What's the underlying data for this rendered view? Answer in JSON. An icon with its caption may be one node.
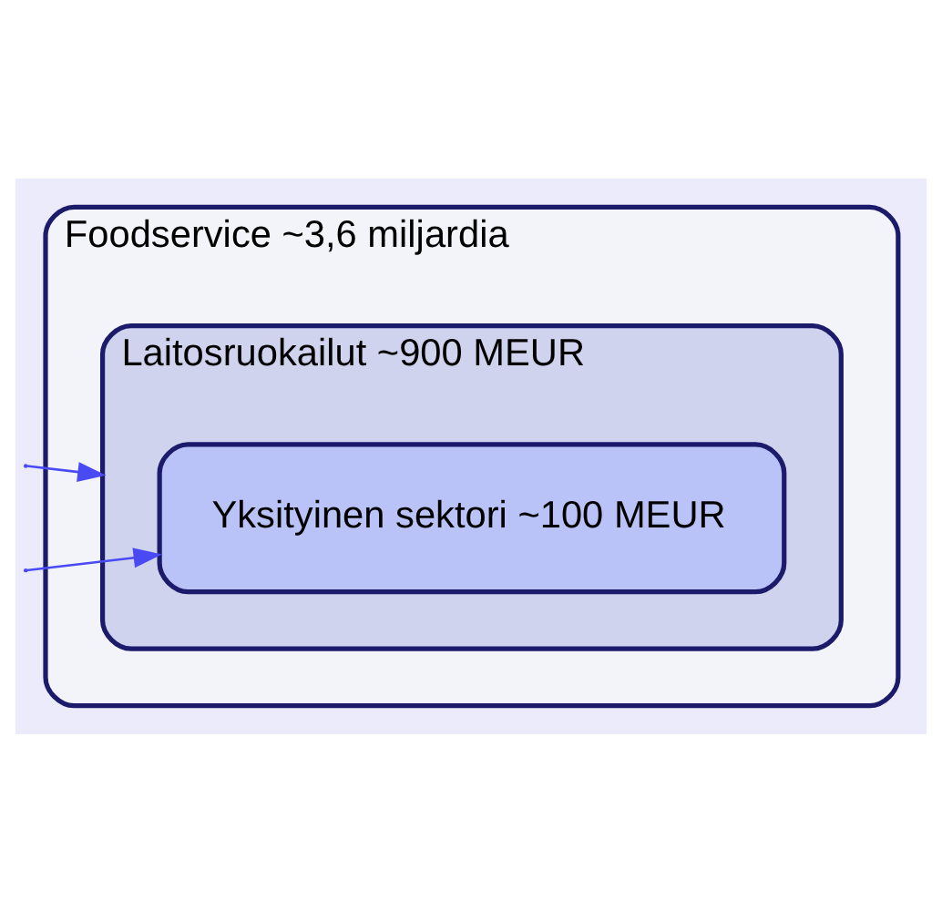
{
  "diagram": {
    "nodes": [
      {
        "text": [
          "Foodservice ~3,6 miljardia"
        ]
      },
      {
        "text": [
          "Laitosruokailut ~900 MEUR"
        ],
        "in": 0
      },
      {
        "text": [
          "Yksityinen sektori ~100 MEUR"
        ],
        "in": 1
      }
    ],
    "edges": [
      {
        "from": null,
        "to": 1,
        "arrow": "to"
      },
      {
        "from": null,
        "to": 2,
        "arrow": "to"
      }
    ]
  }
}
